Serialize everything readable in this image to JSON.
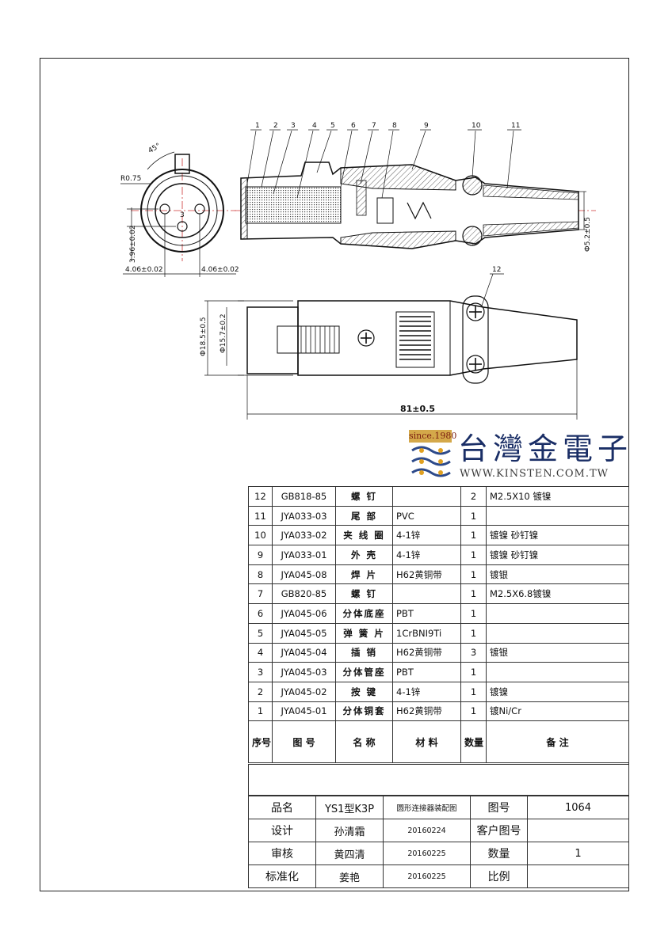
{
  "drawing": {
    "balloons": [
      "1",
      "2",
      "3",
      "4",
      "5",
      "6",
      "7",
      "8",
      "9",
      "10",
      "11",
      "12"
    ],
    "dims": {
      "angle": "45°",
      "radius": "R0.75",
      "pin_offset_v": "3.96±0.02",
      "pin_offset_left": "4.06±0.02",
      "pin_offset_right": "4.06±0.02",
      "cable_dia": "Ф5.2±0.5",
      "outer_dia": "Ф18.5±0.5",
      "inner_dia": "Ф15.7±0.2",
      "length": "81±0.5",
      "pin_no": "3"
    }
  },
  "logo": {
    "since": "since.1980",
    "company_cn": "台灣金電子",
    "url": "WWW.KINSTEN.COM.TW"
  },
  "parts_table": {
    "rows": [
      {
        "no": "12",
        "code": "GB818-85",
        "name": "螺  钉",
        "material": "",
        "qty": "2",
        "note": "M2.5X10 镀镍"
      },
      {
        "no": "11",
        "code": "JYA033-03",
        "name": "尾  部",
        "material": "PVC",
        "qty": "1",
        "note": ""
      },
      {
        "no": "10",
        "code": "JYA033-02",
        "name": "夹 线 圈",
        "material": "4-1锌",
        "qty": "1",
        "note": "镀镍  砂钉镍"
      },
      {
        "no": "9",
        "code": "JYA033-01",
        "name": "外  壳",
        "material": "4-1锌",
        "qty": "1",
        "note": "镀镍  砂钉镍"
      },
      {
        "no": "8",
        "code": "JYA045-08",
        "name": "焊  片",
        "material": "H62黄铜带",
        "qty": "1",
        "note": "镀银"
      },
      {
        "no": "7",
        "code": "GB820-85",
        "name": "螺  钉",
        "material": "",
        "qty": "1",
        "note": "M2.5X6.8镀镍"
      },
      {
        "no": "6",
        "code": "JYA045-06",
        "name": "分体底座",
        "material": "PBT",
        "qty": "1",
        "note": ""
      },
      {
        "no": "5",
        "code": "JYA045-05",
        "name": "弹 簧 片",
        "material": "1CrBNI9Ti",
        "qty": "1",
        "note": ""
      },
      {
        "no": "4",
        "code": "JYA045-04",
        "name": "插  销",
        "material": "H62黄铜带",
        "qty": "3",
        "note": "镀银"
      },
      {
        "no": "3",
        "code": "JYA045-03",
        "name": "分体管座",
        "material": "PBT",
        "qty": "1",
        "note": ""
      },
      {
        "no": "2",
        "code": "JYA045-02",
        "name": "按  键",
        "material": "4-1锌",
        "qty": "1",
        "note": "镀镍"
      },
      {
        "no": "1",
        "code": "JYA045-01",
        "name": "分体铜套",
        "material": "H62黄铜带",
        "qty": "1",
        "note": "镀Ni/Cr"
      }
    ],
    "header": {
      "no": "序号",
      "code": "图  号",
      "name": "名  称",
      "material": "材  料",
      "qty": "数量",
      "note": "备   注"
    }
  },
  "title_block": {
    "product_label": "品名",
    "product_value": "YS1型K3P",
    "product_desc": "圆形连接器装配图",
    "drawing_no_label": "图号",
    "drawing_no": "1064",
    "design_label": "设计",
    "designer": "孙清霜",
    "design_date": "20160224",
    "customer_no_label": "客户图号",
    "customer_no": "",
    "review_label": "审核",
    "reviewer": "黄四清",
    "review_date": "20160225",
    "qty_label": "数量",
    "qty": "1",
    "std_label": "标准化",
    "std_person": "姜艳",
    "std_date": "20160225",
    "scale_label": "比例",
    "scale": ""
  }
}
